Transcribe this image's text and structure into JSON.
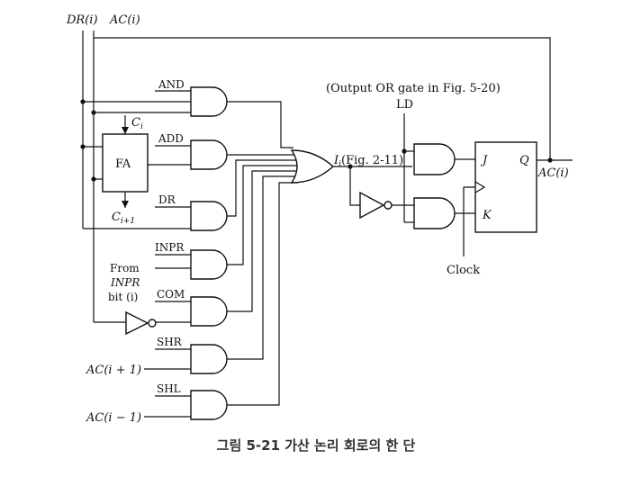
{
  "inputs": {
    "dr": "DR(i)",
    "ac": "AC(i)",
    "ac_plus": "AC(i + 1)",
    "ac_minus": "AC(i − 1)"
  },
  "full_adder": {
    "label": "FA",
    "carry_in": "C",
    "carry_in_sub": "i",
    "carry_out": "C",
    "carry_out_sub": "i+1"
  },
  "control_signals": [
    "AND",
    "ADD",
    "DR",
    "INPR",
    "COM",
    "SHR",
    "SHL"
  ],
  "from_inpr": [
    "From",
    "INPR",
    "bit (i)"
  ],
  "or_gate": {
    "note": "(Output OR gate in Fig. 5-20)",
    "output_label": "I",
    "output_sub": "i",
    "output_ref": "(Fig. 2-11)"
  },
  "flip_flop": {
    "j": "J",
    "k": "K",
    "q": "Q",
    "ld": "LD",
    "clock": "Clock",
    "output": "AC(i)"
  },
  "caption": "그림 5-21 가산 논리 회로의 한 단"
}
